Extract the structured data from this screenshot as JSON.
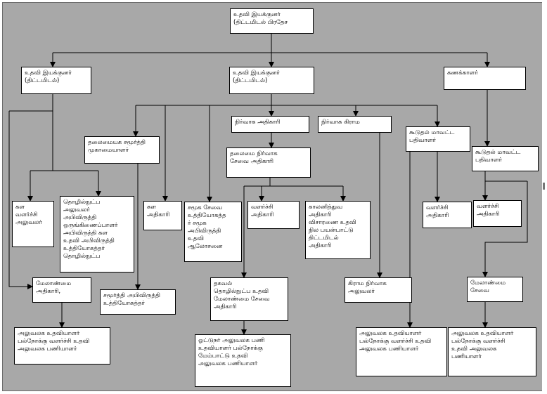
{
  "diagram": {
    "colors": {
      "background": "#a8a8a8",
      "box_fill": "#ffffff",
      "line": "#000000"
    },
    "boxes": {
      "top": "உதவி இயக்குனர்\n(திட்டமிடல் பிரதேச",
      "left_ad": "உதவி இயக்குனர்\n(திட்டமிடல்)",
      "mid_ad": "உதவி இயக்குனர்\n(திட்டமிடல்)",
      "accountant": "கணக்காளர்",
      "admin_officer": "நிர்வாக அதிகாரி",
      "admin_village": "நிர்வாக கிராம",
      "addl_registrar_1": "கூடுதல் மாவட்ட\nபதிவாளர்",
      "chief_social": "தலைமையக சமூர்த்தி\nமுகாமையாளர்",
      "chief_admin": "தலைமை நிர்வாக\nசேவை அதிகாரி",
      "addl_registrar_2": "கூடுதல் மாவட்ட\nபதிவாளர்",
      "ka_growth_officer": "கள\nவளர்ச்சி\nஅலுவலர்",
      "tech_dev": "தொழில்நுட்ப\nஅலுவலர்\nஅபிவிருத்தி\nஒருங்கிணைப்பாளர்\nஅபிவிருத்தி கள\nஉதவி அபிவிருத்தி\nஉத்தியோகத்தர்\nதொழில்நுட்ப",
      "ka_officer": "கள\nஅதிகாரி",
      "social_service": "சமூக சேவை\nஉத்தியோகத்த\nர் சமூக\nஅபிவிருத்தி\nஉதவி\nஆலோசனை",
      "growth_officer_1": "வளர்ச்சி\nஅதிகாரி",
      "colonial": "காலனித்துவ\nஅதிகாரி\nவிசாரணை உதவி\nநில பயன்பாட்டு\nதிட்டமிடல்\nஅதிகாரி",
      "growth_officer_2": "வளர்ச்சி\nஅதிகாரி",
      "growth_officer_3": "வளர்ச்சி\nஅதிகாரி",
      "mgmt_officer": "மேலாண்மை\nஅதிகாரி,",
      "samurdhi_dev": "சமூர்த்தி அபிவிருத்தி\nஉத்தியோகத்தர்",
      "info_tech": "தகவல்\nதொழில்நுட்ப உதவி\nமேலாண்மை சேவை\nஅதிகாரி",
      "village_admin": "கிராம நிர்வாக\nஅலுவலர்",
      "mgmt_service": "மேலாண்மை\nசேவை",
      "office_asst_1": "அலுவலக உதவியாளர்\nபல்நோக்கு வளர்ச்சி உதவி\nஅலுவலக பணியாளர்",
      "driver_staff": "ஓட்டுநர் அலுவலக பணி\nஉதவியாளர் பல்நோக்கு\nமேம்பாட்டு உதவி\nஅலுவலக பணியாளர்",
      "office_asst_2": "அலுவலக உதவியாளர்\nபல்நோக்கு வளர்ச்சி உதவி\nஅலுவலக பணியாளர்",
      "office_asst_3": "அலுவலக உதவியாளர்\nபல்நோக்கு வளர்ச்சி\nஉதவி அலுவலக\nபணியாளர்"
    }
  }
}
